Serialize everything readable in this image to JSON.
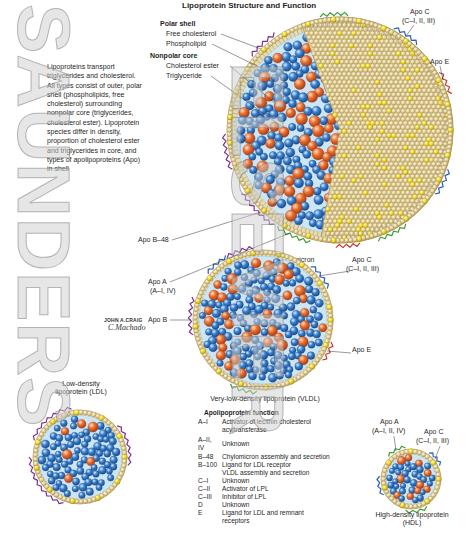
{
  "diagram": {
    "title": "Lipoprotein Structure and Function",
    "nodes": [
      {
        "text": [
          "Chylomicron"
        ]
      },
      {
        "text": [
          "Very-low-density lipoprotein (VLDL)"
        ]
      },
      {
        "text": [
          "Low-density lipoprotein (LDL)"
        ]
      },
      {
        "text": [
          "High-density lipoprotein (HDL)"
        ]
      }
    ],
    "labels": [
      "Polar shell",
      "Free cholesterol",
      "Phospholipid",
      "Nonpolar core",
      "Cholesterol ester",
      "Triglyceride",
      "Lipoproteins transport triglycerides and cholesterol. All types consist of outer, polar shell (phospholipids, free cholesterol) surrounding nonpolar core (triglycerides, cholesterol ester). Lipoprotein species differ in density, proportion of cholesterol ester and triglycerides in core, and types of apolipoproteins (Apo) in shell",
      "Apo C",
      "(C–I, II, III)",
      "Apo E",
      "Apo B–48",
      "Apo A",
      "(A–I, IV)",
      "JOHN A.CRAIG",
      "C.Machado",
      "Apo C",
      "(C–I, II, III)",
      "Apo B",
      "Apo E",
      "Apo A",
      "(A–I, II, IV)",
      "Apo C",
      "(C–I, II, III)",
      "Apolipoprotein function",
      "A–I",
      "Activator of lecithin cholesterol acyltransferase",
      "A–II, IV",
      "Unknown",
      "B–48",
      "Chylomicron assembly and secretion",
      "B–100",
      "Ligand for LDL receptor",
      "VLDL assembly and secretion",
      "C–I",
      "Unknown",
      "C–II",
      "Activator of LPL",
      "C–III",
      "Inhibitor of LPL",
      "D",
      "Unknown",
      "E",
      "Ligand for LDL and remnant receptors",
      "SAUNDERS",
      "ELSEVIER"
    ]
  }
}
